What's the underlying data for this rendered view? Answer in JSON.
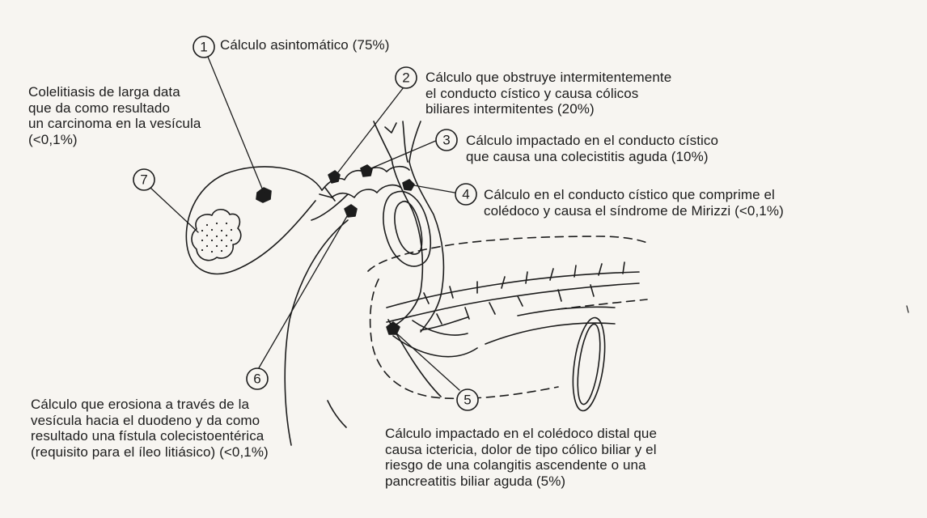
{
  "labels": {
    "l1": [
      "Cálculo asintomático (75%)"
    ],
    "l2": [
      "Cálculo que obstruye intermitentemente",
      "el conducto cístico y causa cólicos",
      "biliares intermitentes (20%)"
    ],
    "l3": [
      "Cálculo impactado en el conducto cístico",
      "que causa una colecistitis aguda (10%)"
    ],
    "l4": [
      "Cálculo en el conducto cístico que comprime el",
      "colédoco y causa el síndrome de Mirizzi (<0,1%)"
    ],
    "l5": [
      "Cálculo impactado en el colédoco distal que",
      "causa ictericia, dolor de tipo cólico biliar y el",
      "riesgo de una colangitis ascendente o una",
      "pancreatitis biliar aguda (5%)"
    ],
    "l6": [
      "Cálculo que erosiona a través de la",
      "vesícula hacia el duodeno y da como",
      "resultado una fístula colecistoentérica",
      "(requisito para el íleo litiásico) (<0,1%)"
    ],
    "l7": [
      "Colelitiasis de larga data",
      "que da como resultado",
      "un carcinoma en la vesícula",
      "(<0,1%)"
    ]
  },
  "markers": [
    "1",
    "2",
    "3",
    "4",
    "5",
    "6",
    "7"
  ],
  "colors": {
    "ink": "#1c1c1c",
    "paper": "#f7f5f1"
  }
}
